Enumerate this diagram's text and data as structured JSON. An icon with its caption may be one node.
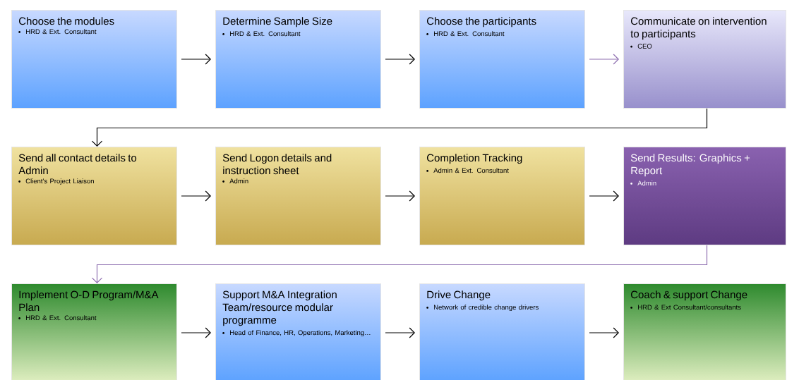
{
  "diagram": {
    "nodes": [
      {
        "text": [
          "Choose the modules",
          "HRD & Ext. Consultant"
        ]
      },
      {
        "text": [
          "Determine Sample Size",
          "HRD & Ext. Consultant"
        ]
      },
      {
        "text": [
          "Choose the participants",
          "HRD & Ext. Consultant"
        ]
      },
      {
        "text": [
          "Communicate on intervention to participants",
          "CEO"
        ]
      },
      {
        "text": [
          "Send all contact details to Admin",
          "Client’s Project Liaison"
        ]
      },
      {
        "text": [
          "Send Logon details and instruction sheet",
          "Admin"
        ]
      },
      {
        "text": [
          "Completion Tracking",
          "Admin & Ext. Consultant"
        ]
      },
      {
        "text": [
          "Send Results: Graphics + Report",
          "Admin"
        ]
      },
      {
        "text": [
          "Implement O-D Program/M&A Plan",
          "HRD & Ext. Consultant"
        ]
      },
      {
        "text": [
          "Support M&A Integration Team/resource modular programme",
          "Head of Finance, HR, Operations, Marketing…"
        ]
      },
      {
        "text": [
          "Drive Change",
          "Network of credible change drivers"
        ]
      },
      {
        "text": [
          "Coach & support Change",
          "HRD & Ext Consultant/consultants"
        ]
      }
    ],
    "edges": [
      {
        "from": 0,
        "to": 1,
        "arrow": "to"
      },
      {
        "from": 1,
        "to": 2,
        "arrow": "to"
      },
      {
        "from": 2,
        "to": 3,
        "arrow": "to",
        "color": "#8e6fb0"
      },
      {
        "from": 3,
        "to": 4,
        "arrow": "to"
      },
      {
        "from": 4,
        "to": 5,
        "arrow": "to"
      },
      {
        "from": 5,
        "to": 6,
        "arrow": "to"
      },
      {
        "from": 6,
        "to": 7,
        "arrow": "to"
      },
      {
        "from": 7,
        "to": 8,
        "arrow": "to",
        "color": "#8e6fb0"
      },
      {
        "from": 8,
        "to": 9,
        "arrow": "to"
      },
      {
        "from": 9,
        "to": 10,
        "arrow": "to"
      },
      {
        "from": 10,
        "to": 11,
        "arrow": "to"
      }
    ]
  }
}
